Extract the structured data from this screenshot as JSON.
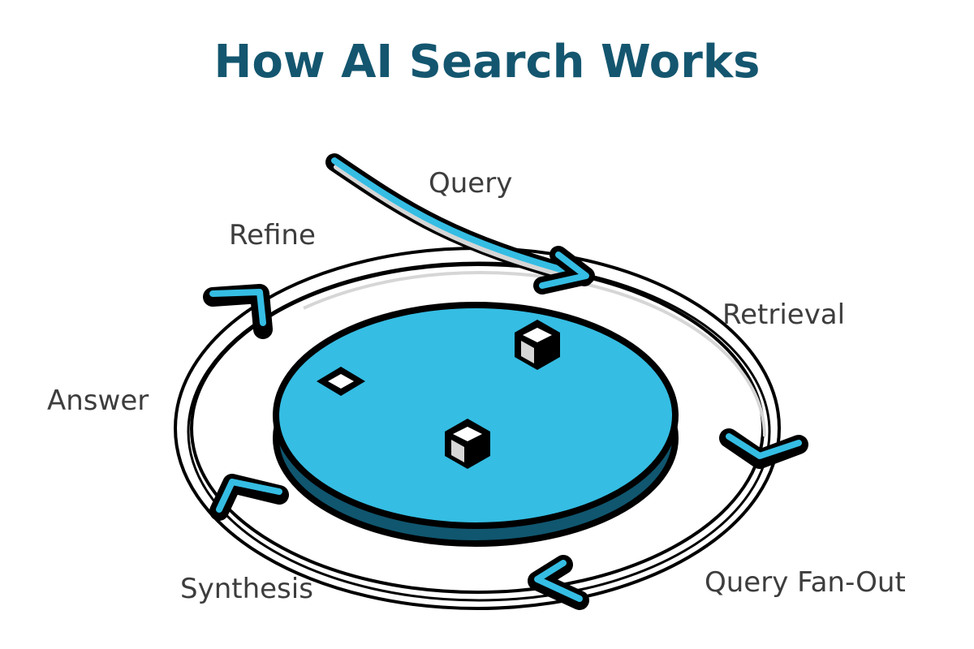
{
  "title": "How AI Search Works",
  "stages": {
    "query": "Query",
    "retrieval": "Retrieval",
    "query_fan_out": "Query Fan-Out",
    "synthesis": "Synthesis",
    "answer": "Answer",
    "refine": "Refine"
  },
  "colors": {
    "title": "#14566f",
    "accent_blue": "#35bde3",
    "disk_side": "#10566f",
    "outline": "#000000",
    "label_text": "#3d3d3d",
    "ring_shadow": "#d6d6d6"
  },
  "icons": [
    "cube-icon",
    "cube-icon",
    "diamond-icon"
  ]
}
